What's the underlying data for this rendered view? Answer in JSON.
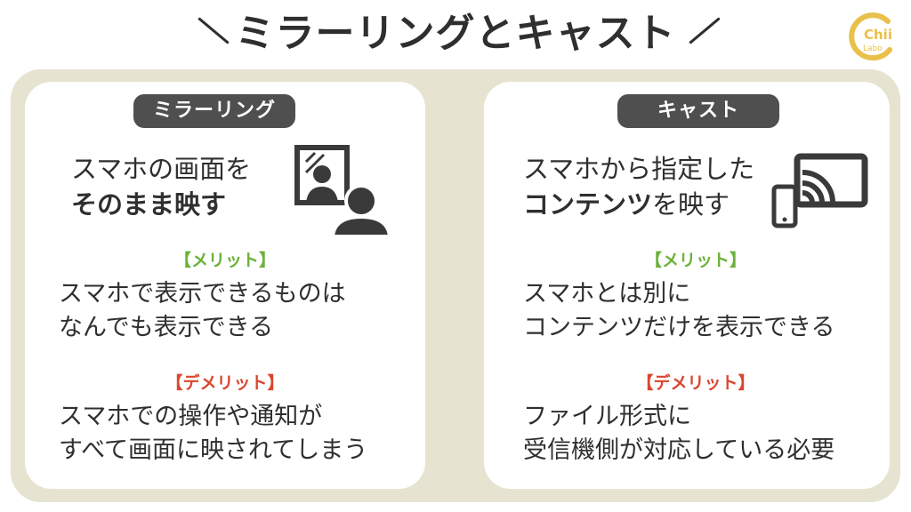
{
  "title": "ミラーリングとキャスト",
  "logo": {
    "mark": "Chii",
    "sub": "Labo"
  },
  "mirroring": {
    "label": "ミラーリング",
    "desc_line1": "スマホの画面を",
    "desc_line2": "そのまま映す",
    "icon": "mirror-person-icon",
    "merit_label": "【メリット】",
    "merit_line1": "スマホで表示できるものは",
    "merit_line2": "なんでも表示できる",
    "demerit_label": "【デメリット】",
    "demerit_line1": "スマホでの操作や通知が",
    "demerit_line2": "すべて画面に映されてしまう"
  },
  "cast": {
    "label": "キャスト",
    "desc_line1": "スマホから指定した",
    "desc_line2_bold": "コンテンツ",
    "desc_line2_rest": "を映す",
    "icon": "cast-icon",
    "merit_label": "【メリット】",
    "merit_line1": "スマホとは別に",
    "merit_line2": "コンテンツだけを表示できる",
    "demerit_label": "【デメリット】",
    "demerit_line1": "ファイル形式に",
    "demerit_line2": "受信機側が対応している必要"
  },
  "colors": {
    "band": "#e6e4d0",
    "pill": "#4f4f4f",
    "merit": "#6ab23a",
    "demerit": "#d8472e",
    "logo": "#e8c04a"
  }
}
